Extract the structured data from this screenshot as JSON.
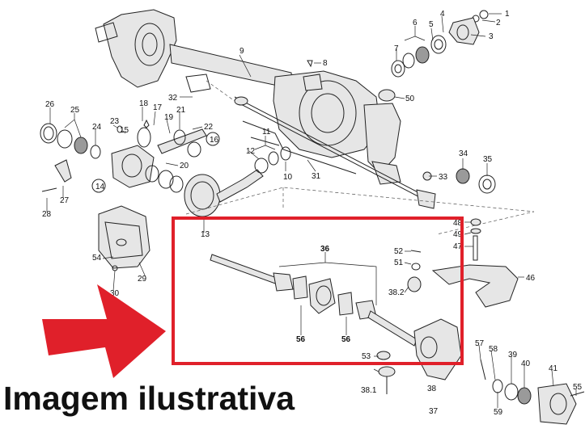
{
  "caption": "Imagem ilustrativa",
  "highlight_color": "#e0202a",
  "arrow_color": "#e0202a",
  "callouts": [
    "1",
    "2",
    "3",
    "4",
    "5",
    "6",
    "7",
    "8",
    "9",
    "10",
    "11",
    "12",
    "13",
    "14",
    "15",
    "16",
    "17",
    "18",
    "19",
    "20",
    "21",
    "22",
    "23",
    "24",
    "25",
    "26",
    "27",
    "28",
    "29",
    "30",
    "31",
    "32",
    "33",
    "34",
    "35",
    "36",
    "37",
    "38",
    "38.1",
    "38.2",
    "39",
    "40",
    "41",
    "46",
    "47",
    "48",
    "49",
    "50",
    "51",
    "52",
    "53",
    "54",
    "55",
    "56",
    "56",
    "57",
    "58",
    "59"
  ]
}
